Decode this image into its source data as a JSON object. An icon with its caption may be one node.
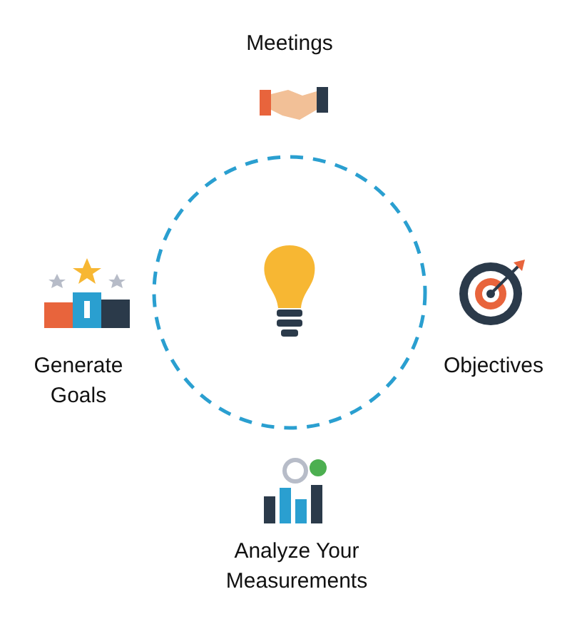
{
  "diagram": {
    "labels": [
      "Meetings",
      "Generate Goals",
      "Objectives",
      "Analyze Your Measurements"
    ]
  }
}
